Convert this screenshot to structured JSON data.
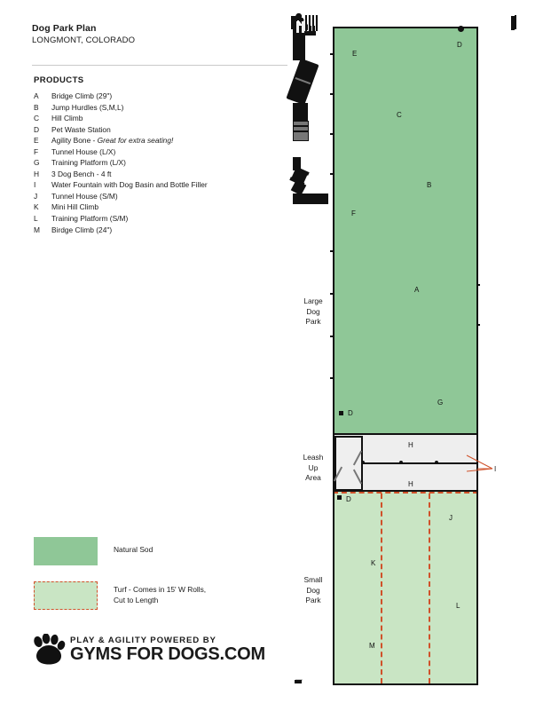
{
  "header": {
    "title": "Dog Park Plan",
    "location": "LONGMONT, COLORADO"
  },
  "products": {
    "heading": "PRODUCTS",
    "items": [
      {
        "key": "A",
        "label": "Bridge Climb (29\")"
      },
      {
        "key": "B",
        "label": "Jump Hurdles (S,M,L)"
      },
      {
        "key": "C",
        "label": "Hill Climb"
      },
      {
        "key": "D",
        "label": "Pet Waste Station"
      },
      {
        "key": "E",
        "label": "Agility Bone - ",
        "emphasis": "Great for extra seating!"
      },
      {
        "key": "F",
        "label": "Tunnel House (L/X)"
      },
      {
        "key": "G",
        "label": "Training Platform (L/X)"
      },
      {
        "key": "H",
        "label": "3 Dog Bench - 4 ft"
      },
      {
        "key": "I",
        "label": "Water Fountain with Dog Basin and Bottle Filler"
      },
      {
        "key": "J",
        "label": "Tunnel House (S/M)"
      },
      {
        "key": "K",
        "label": "Mini Hill Climb"
      },
      {
        "key": "L",
        "label": "Training Platform (S/M)"
      },
      {
        "key": "M",
        "label": "Birdge Climb (24\")"
      }
    ]
  },
  "legend": {
    "sod": {
      "label": "Natural Sod",
      "color": "#8fc797"
    },
    "turf": {
      "line1": "Turf - Comes in 15' W Rolls,",
      "line2": "Cut to Length",
      "color": "#c9e5c4",
      "border_color": "#d0512a"
    }
  },
  "logo": {
    "tagline": "PLAY & AGILITY POWERED BY",
    "name": "GYMS FOR DOGS.COM",
    "icon": "paw-print-icon"
  },
  "map": {
    "areas": {
      "large_dog_park": {
        "line1": "Large",
        "line2": "Dog",
        "line3": "Park",
        "fill": "#8fc797"
      },
      "leash_up_area": {
        "line1": "Leash",
        "line2": "Up",
        "line3": "Area",
        "fill": "#eeeeee"
      },
      "small_dog_park": {
        "line1": "Small",
        "line2": "Dog",
        "line3": "Park",
        "fill": "#c9e5c4"
      }
    },
    "markers": {
      "e": "E",
      "d_top": "D",
      "c": "C",
      "b": "B",
      "f": "F",
      "a": "A",
      "g": "G",
      "d_mid": "D",
      "h_top": "H",
      "h_bottom": "H",
      "i": "I",
      "d_small": "D",
      "j": "J",
      "k": "K",
      "l": "L",
      "m": "M"
    }
  }
}
